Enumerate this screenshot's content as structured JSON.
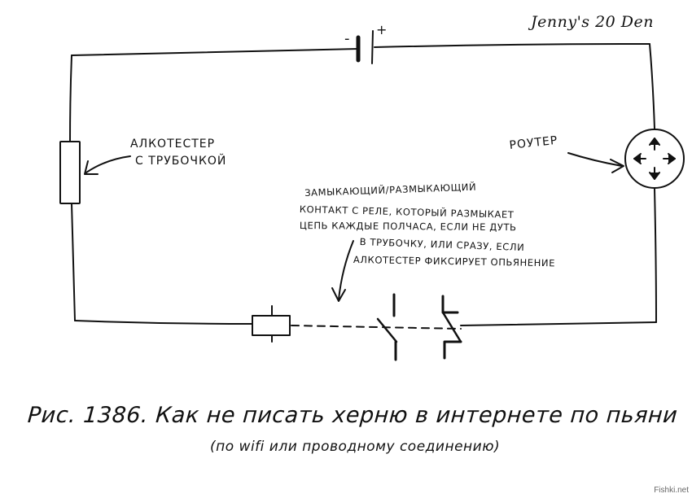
{
  "author_mark": "Jenny's 20 Den",
  "battery": {
    "minus": "-",
    "plus": "+"
  },
  "labels": {
    "alkotester": [
      "АЛКОТЕСТЕР",
      "С ТРУБОЧКОЙ"
    ],
    "router": "РОУТЕР",
    "note": [
      "ЗАМЫКАЮЩИЙ/РАЗМЫКАЮЩИЙ",
      "КОНТАКТ С РЕЛЕ, КОТОРЫЙ РАЗМЫКАЕТ",
      "ЦЕПЬ КАЖДЫЕ ПОЛЧАСА, ЕСЛИ НЕ ДУТЬ",
      "В ТРУБОЧКУ, ИЛИ СРАЗУ, ЕСЛИ",
      "АЛКОТЕСТЕР ФИКСИРУЕТ ОПЬЯНЕНИЕ"
    ]
  },
  "caption": {
    "title": "Рис. 1386. Как не писать херню в интернете по пьяни",
    "subtitle": "(по wifi или проводному соединению)"
  },
  "source_badge": "Fishki.net"
}
